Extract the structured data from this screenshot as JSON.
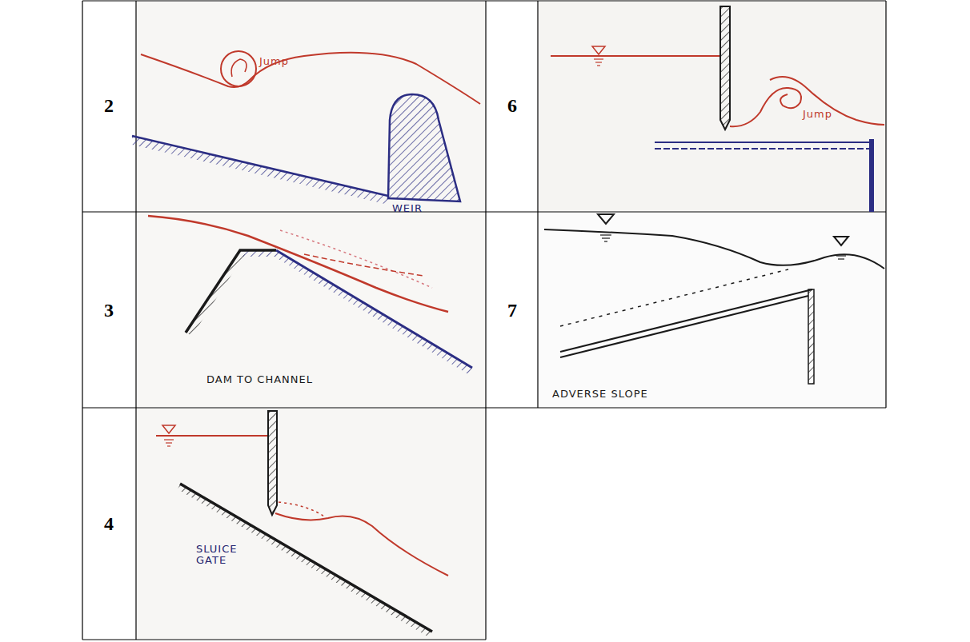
{
  "diagram": {
    "labels": [
      "2",
      "Jump",
      "WEIR",
      "6",
      "Jump",
      "3",
      "DAM TO CHANNEL",
      "7",
      "ADVERSE SLOPE",
      "4",
      "SLUICE GATE"
    ]
  }
}
